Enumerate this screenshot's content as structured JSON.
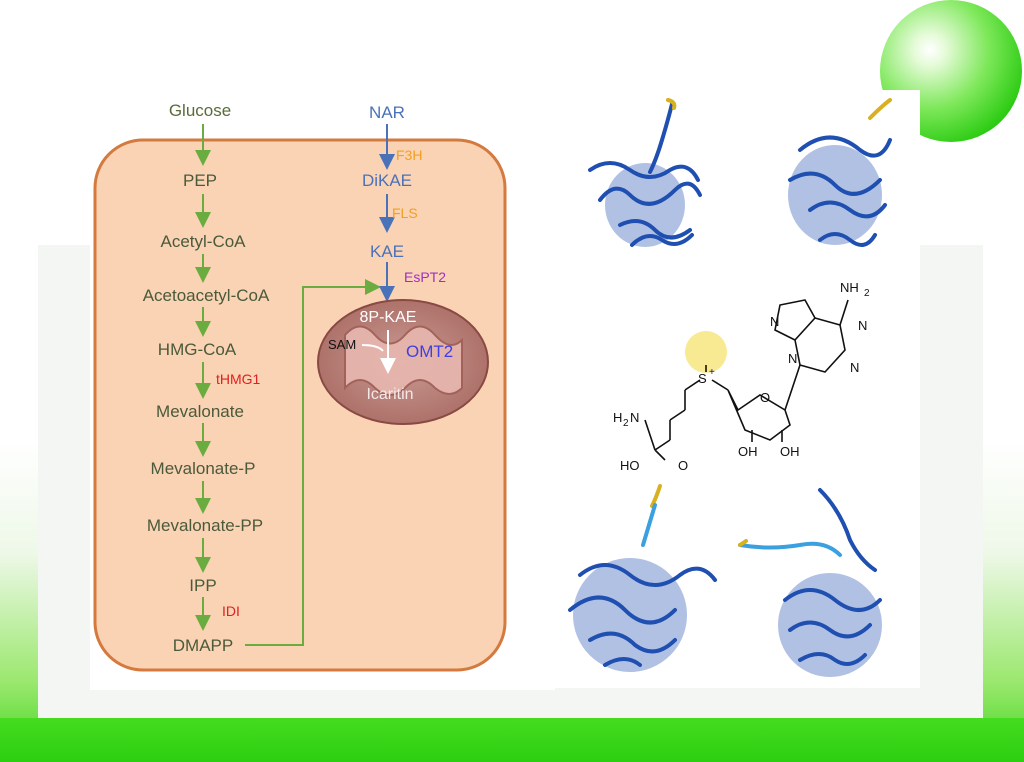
{
  "pathway_left": {
    "compounds": [
      "Glucose",
      "PEP",
      "Acetyl-CoA",
      "Acetoacetyl-CoA",
      "HMG-CoA",
      "Mevalonate",
      "Mevalonate-P",
      "Mevalonate-PP",
      "IPP",
      "DMAPP"
    ],
    "enzymes": {
      "hmg": "tHMG1",
      "idi": "IDI"
    }
  },
  "pathway_right": {
    "compounds": [
      "NAR",
      "DiKAE",
      "KAE"
    ],
    "enzymes": {
      "f3h": "F3H",
      "fls": "FLS",
      "espt2": "EsPT2"
    }
  },
  "mitochondrion": {
    "substrate": "8P-KAE",
    "cofactor": "SAM",
    "enzyme": "OMT2",
    "product": "Icaritin"
  },
  "sam_structure": {
    "labels": {
      "amine_top": "NH",
      "sub2": "2",
      "n1": "N",
      "n2": "N",
      "n3": "N",
      "n4": "N",
      "h2n": "H",
      "h2n_sub": "2",
      "h2n_n": "N",
      "s": "S",
      "splus": "+",
      "o_ring": "O",
      "oh1": "OH",
      "oh2": "OH",
      "ho": "HO",
      "o_acid": "O"
    }
  },
  "colors": {
    "pathway_green": "#6aac3f",
    "pathway_blue": "#4a72b8",
    "enzyme_orange": "#f0a020",
    "enzyme_red": "#e02020",
    "enzyme_purple": "#a030c0",
    "cell_fill": "#fad3b5",
    "cell_stroke": "#d47a3e",
    "protein_blue": "#1f4fb0"
  },
  "icons": [
    "protein-structure-1",
    "protein-structure-2",
    "protein-structure-3",
    "protein-structure-4",
    "sam-molecule"
  ]
}
